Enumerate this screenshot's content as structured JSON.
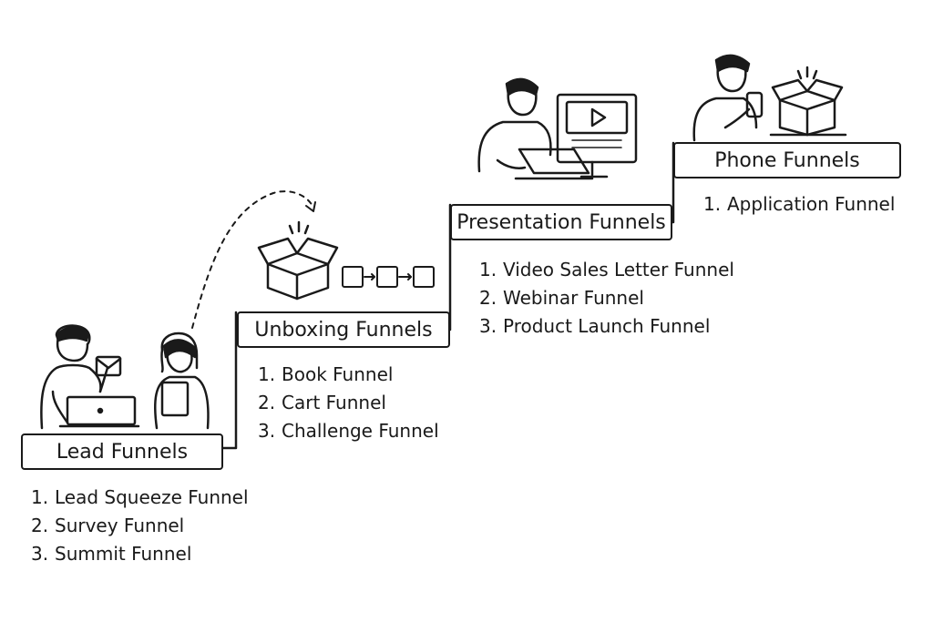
{
  "stages": [
    {
      "title": "Lead Funnels",
      "items": [
        {
          "num": "1.",
          "label": "Lead Squeeze Funnel"
        },
        {
          "num": "2.",
          "label": "Survey Funnel"
        },
        {
          "num": "3.",
          "label": "Summit Funnel"
        }
      ]
    },
    {
      "title": "Unboxing Funnels",
      "items": [
        {
          "num": "1.",
          "label": "Book Funnel"
        },
        {
          "num": "2.",
          "label": "Cart Funnel"
        },
        {
          "num": "3.",
          "label": "Challenge Funnel"
        }
      ]
    },
    {
      "title": "Presentation Funnels",
      "items": [
        {
          "num": "1.",
          "label": "Video Sales Letter Funnel"
        },
        {
          "num": "2.",
          "label": "Webinar Funnel"
        },
        {
          "num": "3.",
          "label": "Product Launch Funnel"
        }
      ]
    },
    {
      "title": "Phone Funnels",
      "items": [
        {
          "num": "1.",
          "label": "Application Funnel"
        }
      ]
    }
  ],
  "icons": {
    "lead": [
      "man-with-laptop-icon",
      "envelope-icon",
      "woman-with-tablet-icon"
    ],
    "unboxing": [
      "open-box-icon",
      "three-step-flow-icon",
      "dashed-arrow-icon"
    ],
    "presentation": [
      "man-at-computer-icon",
      "video-monitor-icon"
    ],
    "phone": [
      "man-with-phone-icon",
      "open-box-icon"
    ]
  },
  "colors": {
    "ink": "#1a1a1a",
    "background": "#ffffff"
  }
}
